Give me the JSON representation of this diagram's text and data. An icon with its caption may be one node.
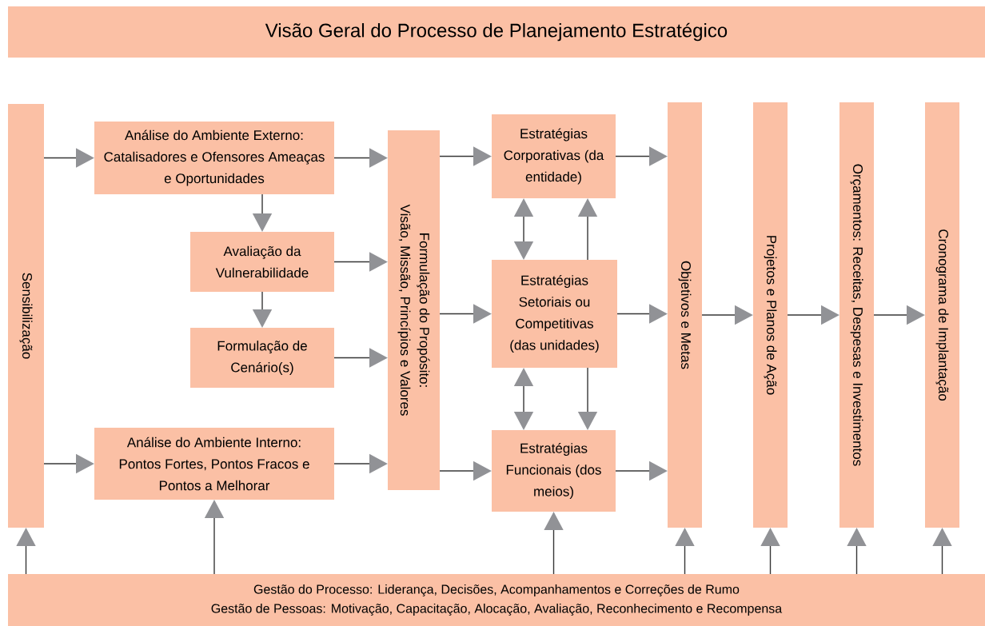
{
  "diagram": {
    "title": "Visão Geral do Processo de Planejamento Estratégico",
    "nodes": [
      {
        "text": [
          "Sensibilização"
        ]
      },
      {
        "text": [
          "Análise do Ambiente Externo:",
          "Catalisadores e Ofensores Ameaças e Oportunidades"
        ]
      },
      {
        "text": [
          "Avaliação da Vulnerabilidade"
        ]
      },
      {
        "text": [
          "Formulação de Cenário(s)"
        ]
      },
      {
        "text": [
          "Análise do Ambiente Interno:",
          "Pontos Fortes, Pontos Fracos e Pontos a Melhorar"
        ]
      },
      {
        "text": [
          "Formulação do Propósito:",
          "Visão, Missão, Princípios e Valores"
        ]
      },
      {
        "text": [
          "Estratégias Corporativas (da entidade)"
        ]
      },
      {
        "text": [
          "Estratégias Setoriais ou Competitivas (das unidades)"
        ]
      },
      {
        "text": [
          "Estratégias Funcionais (dos meios)"
        ]
      },
      {
        "text": [
          "Objetivos e Metas"
        ]
      },
      {
        "text": [
          "Projetos e Planos de Ação"
        ]
      },
      {
        "text": [
          "Orçamentos: Receitas, Despesas e Investimentos"
        ]
      },
      {
        "text": [
          "Cronograma de Implantação"
        ]
      },
      {
        "text": [
          "Gestão do Processo: Liderança, Decisões, Acompanhamentos e Correções de Rumo",
          "Gestão de Pessoas: Motivação, Capacitação, Alocação, Avaliação, Reconhecimento e Recompensa"
        ]
      }
    ],
    "edges": [
      {
        "from": 0,
        "to": 1,
        "arrow": "to"
      },
      {
        "from": 0,
        "to": 4,
        "arrow": "to"
      },
      {
        "from": 1,
        "to": 2,
        "arrow": "to"
      },
      {
        "from": 2,
        "to": 3,
        "arrow": "to"
      },
      {
        "from": 1,
        "to": 5,
        "arrow": "to"
      },
      {
        "from": 2,
        "to": 5,
        "arrow": "to"
      },
      {
        "from": 3,
        "to": 5,
        "arrow": "to"
      },
      {
        "from": 4,
        "to": 5,
        "arrow": "to"
      },
      {
        "from": 5,
        "to": 6,
        "arrow": "to"
      },
      {
        "from": 5,
        "to": 7,
        "arrow": "to"
      },
      {
        "from": 5,
        "to": 8,
        "arrow": "to"
      },
      {
        "from": 6,
        "to": 7,
        "arrow": "both"
      },
      {
        "from": 7,
        "to": 6,
        "arrow": "to"
      },
      {
        "from": 7,
        "to": 8,
        "arrow": "both"
      },
      {
        "from": 7,
        "to": 8,
        "arrow": "to"
      },
      {
        "from": 6,
        "to": 9,
        "arrow": "to"
      },
      {
        "from": 7,
        "to": 9,
        "arrow": "to"
      },
      {
        "from": 8,
        "to": 9,
        "arrow": "to"
      },
      {
        "from": 9,
        "to": 10,
        "arrow": "to"
      },
      {
        "from": 10,
        "to": 11,
        "arrow": "to"
      },
      {
        "from": 11,
        "to": 12,
        "arrow": "to"
      },
      {
        "from": 13,
        "to": 0,
        "arrow": "to"
      },
      {
        "from": 13,
        "to": 4,
        "arrow": "to"
      },
      {
        "from": 13,
        "to": 8,
        "arrow": "to"
      },
      {
        "from": 13,
        "to": 9,
        "arrow": "to"
      },
      {
        "from": 13,
        "to": 10,
        "arrow": "to"
      },
      {
        "from": 13,
        "to": 11,
        "arrow": "to"
      },
      {
        "from": 13,
        "to": 12,
        "arrow": "to"
      }
    ]
  }
}
